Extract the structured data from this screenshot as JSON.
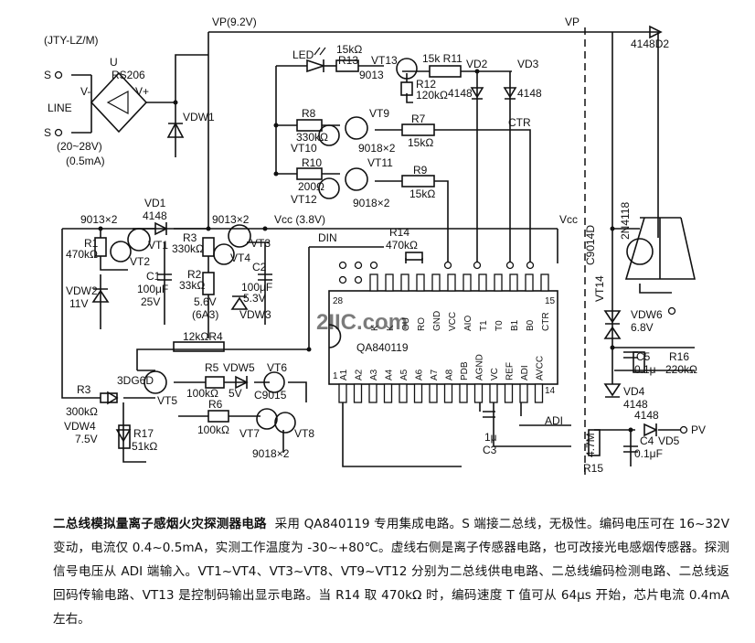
{
  "model": "(JTY-LZ/M)",
  "rails": {
    "vp": "VP(9.2V)",
    "vp_right": "VP",
    "vcc": "Vcc (3.8V)",
    "vcc_right": "Vcc"
  },
  "terminals": {
    "s_top": "S",
    "s_bottom": "S",
    "line": "LINE",
    "supply": "(20~28V)",
    "current": "(0.5mA)"
  },
  "bridge": {
    "u": "U",
    "part": "RS206",
    "vminus": "V-",
    "vplus": "V+"
  },
  "labels": {
    "vdw1": "VDW1",
    "led": "LED",
    "r13": "R13",
    "r13v": "15kΩ",
    "vt13": "VT13",
    "vt13p": "9013",
    "r11v": "15k R11",
    "vd2": "VD2",
    "vd3": "VD3",
    "vd2p": "4148",
    "vd3p": "4148",
    "r12": "R12",
    "r12v": "120kΩ",
    "r8": "R8",
    "r8v": "330kΩ",
    "vt9": "VT9",
    "vt10": "VT10",
    "vt9p": "9018×2",
    "r7": "R7",
    "r7v": "15kΩ",
    "ctr": "CTR",
    "r10": "R10",
    "r10v": "200Ω",
    "vt11": "VT11",
    "vt12": "VT12",
    "vt11p": "9018×2",
    "r9": "R9",
    "r9v": "15kΩ",
    "p9013a": "9013×2",
    "vd1": "VD1",
    "vd1p": "4148",
    "r1": "R1",
    "r1v": "470kΩ",
    "vt1": "VT1",
    "vt2": "VT2",
    "c1": "C1",
    "c1v": "100μF",
    "c1w": "25V",
    "vdw2": "VDW2",
    "vdw2v": "11V",
    "p9013b": "9013×2",
    "r3v": "330kΩ",
    "r3l": "R3",
    "vt3": "VT3",
    "vt4": "VT4",
    "r2": "R2",
    "r2v": "33kΩ",
    "z56": "5.6V",
    "z6a3": "(6A3)",
    "vdw3": "VDW3",
    "c2": "C2",
    "c2v": "100μF",
    "c2w": "5.3V",
    "din": "DIN",
    "r14": "R14",
    "r14v": "470kΩ",
    "ic": "QA840119",
    "pins_top": [
      "K",
      "K",
      "OU",
      "RO",
      "GND",
      "VCC",
      "AIO",
      "T1",
      "T0",
      "B1",
      "B0",
      "CTR"
    ],
    "pins_bottom": [
      "A1",
      "A2",
      "A3",
      "A4",
      "A5",
      "A6",
      "A7",
      "A8",
      "PDB",
      "AGND",
      "VC",
      "REF",
      "ADI",
      "AVCC"
    ],
    "pin28": "28",
    "pin15": "15",
    "pin1": "1",
    "pin14": "14",
    "r4": "12kΩR4",
    "p3dg6d": "3DG6D",
    "vt5": "VT5",
    "r5": "R5",
    "r5v": "100kΩ",
    "vdw5": "VDW5",
    "vdw5v": "5V",
    "vt6": "VT6",
    "c9015": "C9015",
    "r6": "R6",
    "r6v": "100kΩ",
    "vt7": "VT7",
    "vt8": "VT8",
    "vt7p": "9018×2",
    "r3b": "R3",
    "r3bv": "300kΩ",
    "vdw4": "VDW4",
    "vdw4v": "7.5V",
    "r17": "R17",
    "r17v": "51kΩ",
    "c3": "C3",
    "c3v": "1μ",
    "adi": "ADI",
    "d2": "4148D2",
    "c9014d": "C9014D",
    "vt14": "VT14",
    "n2n4118": "2N4118",
    "vdw6": "VDW6",
    "vdw6v": "6.8V",
    "c5": "C5",
    "c5v": "0.1μ",
    "r16": "R16",
    "r16v": "220kΩ",
    "vd4": "VD4",
    "vd4p": "4148",
    "r15": "R15",
    "r15v": "4.7M",
    "vd5p": "4148",
    "vd5": "VD5",
    "pv": "PV",
    "c4": "C4",
    "c4v": "0.1μF"
  },
  "watermark": "2IIC.com",
  "caption": {
    "title": "二总线模拟量离子感烟火灾探测器电路",
    "body": "采用 QA840119 专用集成电路。S 端接二总线，无极性。编码电压可在 16~32V 变动，电流仅 0.4~0.5mA，实测工作温度为 -30~+80℃。虚线右侧是离子传感器电路，也可改接光电感烟传感器。探测信号电压从 ADI 端输入。VT1~VT4、VT3~VT8、VT9~VT12 分别为二总线供电电路、二总线编码检测电路、二总线返回码传输电路、VT13 是控制码输出显示电路。当 R14 取 470kΩ 时，编码速度 T 值可从 64μs 开始，芯片电流 0.4mA 左右。"
  }
}
